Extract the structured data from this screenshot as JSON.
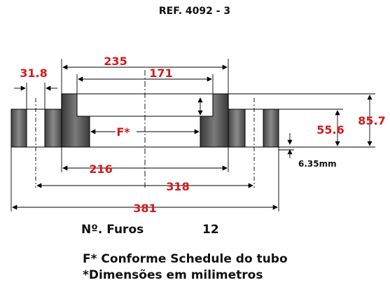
{
  "title": "REF. 4092 - 3",
  "dimensions": {
    "d235": "235",
    "d171": "171",
    "d31_8": "31.8",
    "d216": "216",
    "d318": "318",
    "d381": "381",
    "d55_6": "55.6",
    "d85_7": "85.7",
    "d6_35": "6.35mm",
    "bore": "F*"
  },
  "holes": {
    "label": "Nº. Furos",
    "value": "12"
  },
  "notes": {
    "schedule": "F* Conforme Schedule do tubo",
    "units": "*Dimensões em milimetros"
  },
  "colors": {
    "dimension_text": "#d11a1a",
    "section_fill": "#555555"
  }
}
